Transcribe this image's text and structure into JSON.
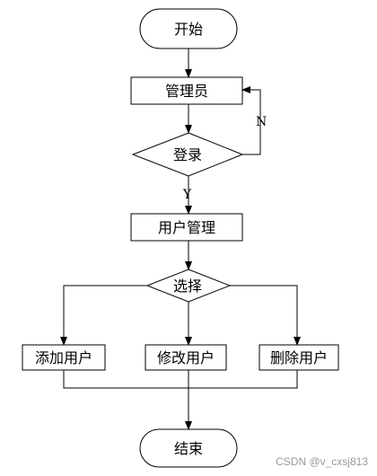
{
  "nodes": {
    "start": "开始",
    "admin": "管理员",
    "login": "登录",
    "user_mgmt": "用户管理",
    "select": "选择",
    "add_user": "添加用户",
    "edit_user": "修改用户",
    "delete_user": "删除用户",
    "end": "结束"
  },
  "edge_labels": {
    "no": "N",
    "yes": "Y"
  },
  "watermark": "CSDN @v_cxsj813"
}
